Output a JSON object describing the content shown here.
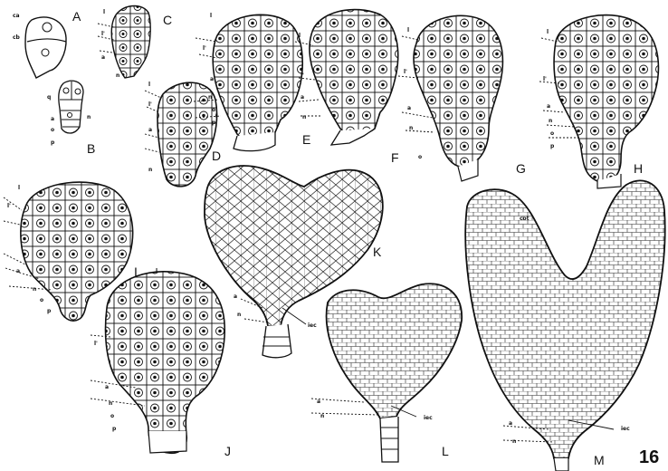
{
  "figure_number": "16",
  "panels": [
    {
      "id": "A",
      "label": "A",
      "markers": [
        "ca",
        "cb"
      ]
    },
    {
      "id": "B",
      "label": "B",
      "markers": [
        "q",
        "a",
        "n",
        "o",
        "p"
      ]
    },
    {
      "id": "C",
      "label": "C",
      "markers": [
        "l",
        "l'",
        "a",
        "n"
      ]
    },
    {
      "id": "D",
      "label": "D",
      "markers": [
        "l",
        "l'",
        "a",
        "n"
      ]
    },
    {
      "id": "E",
      "label": "E",
      "markers": [
        "l",
        "l'",
        "a",
        "n",
        "o",
        "p"
      ]
    },
    {
      "id": "F",
      "label": "F",
      "markers": [
        "l",
        "l'",
        "a",
        "n"
      ]
    },
    {
      "id": "G",
      "label": "G",
      "markers": [
        "l",
        "l'",
        "a",
        "n",
        "o"
      ]
    },
    {
      "id": "H",
      "label": "H",
      "markers": [
        "l",
        "l'",
        "a",
        "n",
        "o",
        "p"
      ]
    },
    {
      "id": "I",
      "label": "I",
      "markers": [
        "l",
        "l'",
        "a",
        "n",
        "o",
        "p"
      ]
    },
    {
      "id": "J",
      "label": "J",
      "markers": [
        "l",
        "l'",
        "a",
        "n",
        "o",
        "p"
      ]
    },
    {
      "id": "K",
      "label": "K",
      "markers": [
        "a",
        "n",
        "iec"
      ]
    },
    {
      "id": "L",
      "label": "L",
      "markers": [
        "a",
        "n",
        "iec"
      ]
    },
    {
      "id": "M",
      "label": "M",
      "markers": [
        "cot",
        "a",
        "n",
        "iec"
      ]
    }
  ]
}
